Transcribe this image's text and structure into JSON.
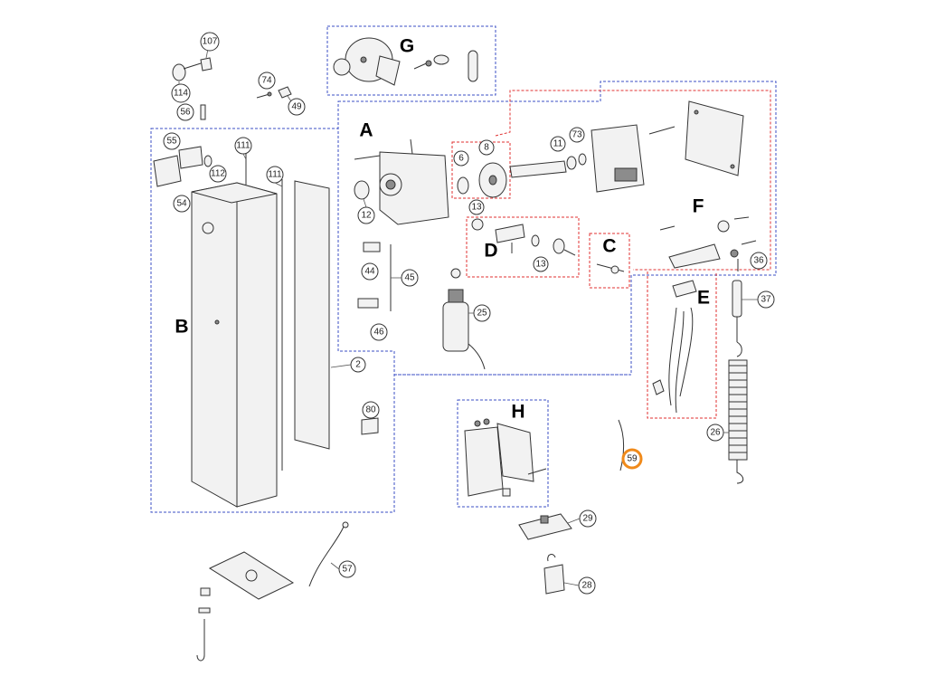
{
  "colors": {
    "blue_outline": "#3b4fc4",
    "red_outline": "#e03030",
    "highlight": "#f08a1a",
    "ink": "#333333"
  },
  "group_labels": {
    "A": "A",
    "B": "B",
    "C": "C",
    "D": "D",
    "E": "E",
    "F": "F",
    "G": "G",
    "H": "H"
  },
  "callouts": {
    "c107": "107",
    "c114": "114",
    "c74": "74",
    "c49": "49",
    "c56": "56",
    "c55": "55",
    "c112": "112",
    "c54": "54",
    "c111a": "111",
    "c111b": "111",
    "c12": "12",
    "c6": "6",
    "c8": "8",
    "c11": "11",
    "c73": "73",
    "c13a": "13",
    "c13b": "13",
    "c44": "44",
    "c45": "45",
    "c46": "46",
    "c25": "25",
    "c2": "2",
    "c80": "80",
    "c36": "36",
    "c37": "37",
    "c26": "26",
    "c59": "59",
    "c29": "29",
    "c28": "28",
    "c57": "57"
  }
}
